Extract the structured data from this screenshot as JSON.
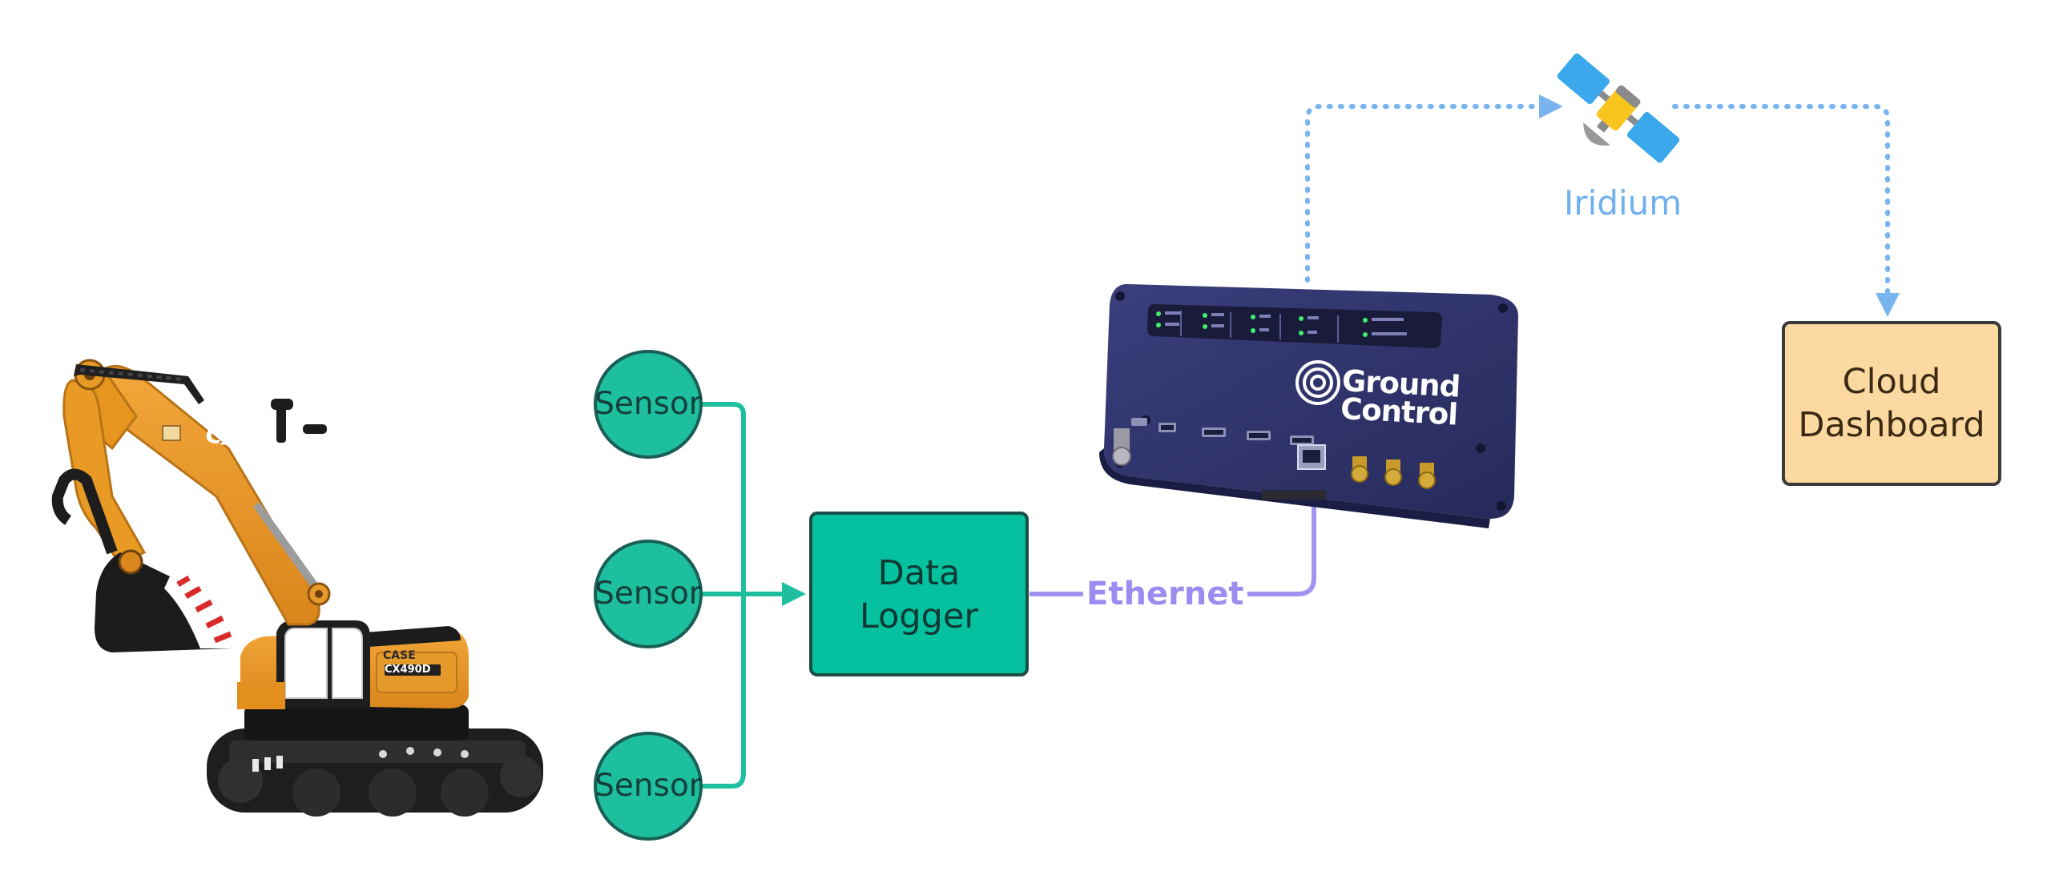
{
  "diagram": {
    "sensors": [
      {
        "label": "Sensor"
      },
      {
        "label": "Sensor"
      },
      {
        "label": "Sensor"
      }
    ],
    "data_logger": {
      "label": "Data\nLogger"
    },
    "ethernet": {
      "label": "Ethernet"
    },
    "device": {
      "brand": "Ground\nControl"
    },
    "satellite": {
      "label": "Iridium"
    },
    "cloud": {
      "label": "Cloud\nDashboard"
    },
    "excavator": {
      "brand": "CASE",
      "model": "CX490D",
      "logo": "CASE"
    },
    "colors": {
      "sensor_fill": "#1ebf9f",
      "sensor_stroke": "#1a5f55",
      "logger_fill": "#05c1a0",
      "teal_line": "#1dbf9e",
      "ethernet_line": "#a293f0",
      "satellite_line": "#79b4ee",
      "cloud_fill": "#fcd9a1",
      "cloud_stroke": "#3a3a3a",
      "device_body": "#2c2f64"
    },
    "icons": {
      "satellite": "satellite-icon",
      "excavator": "excavator-illustration",
      "device": "ground-control-device-illustration"
    }
  }
}
